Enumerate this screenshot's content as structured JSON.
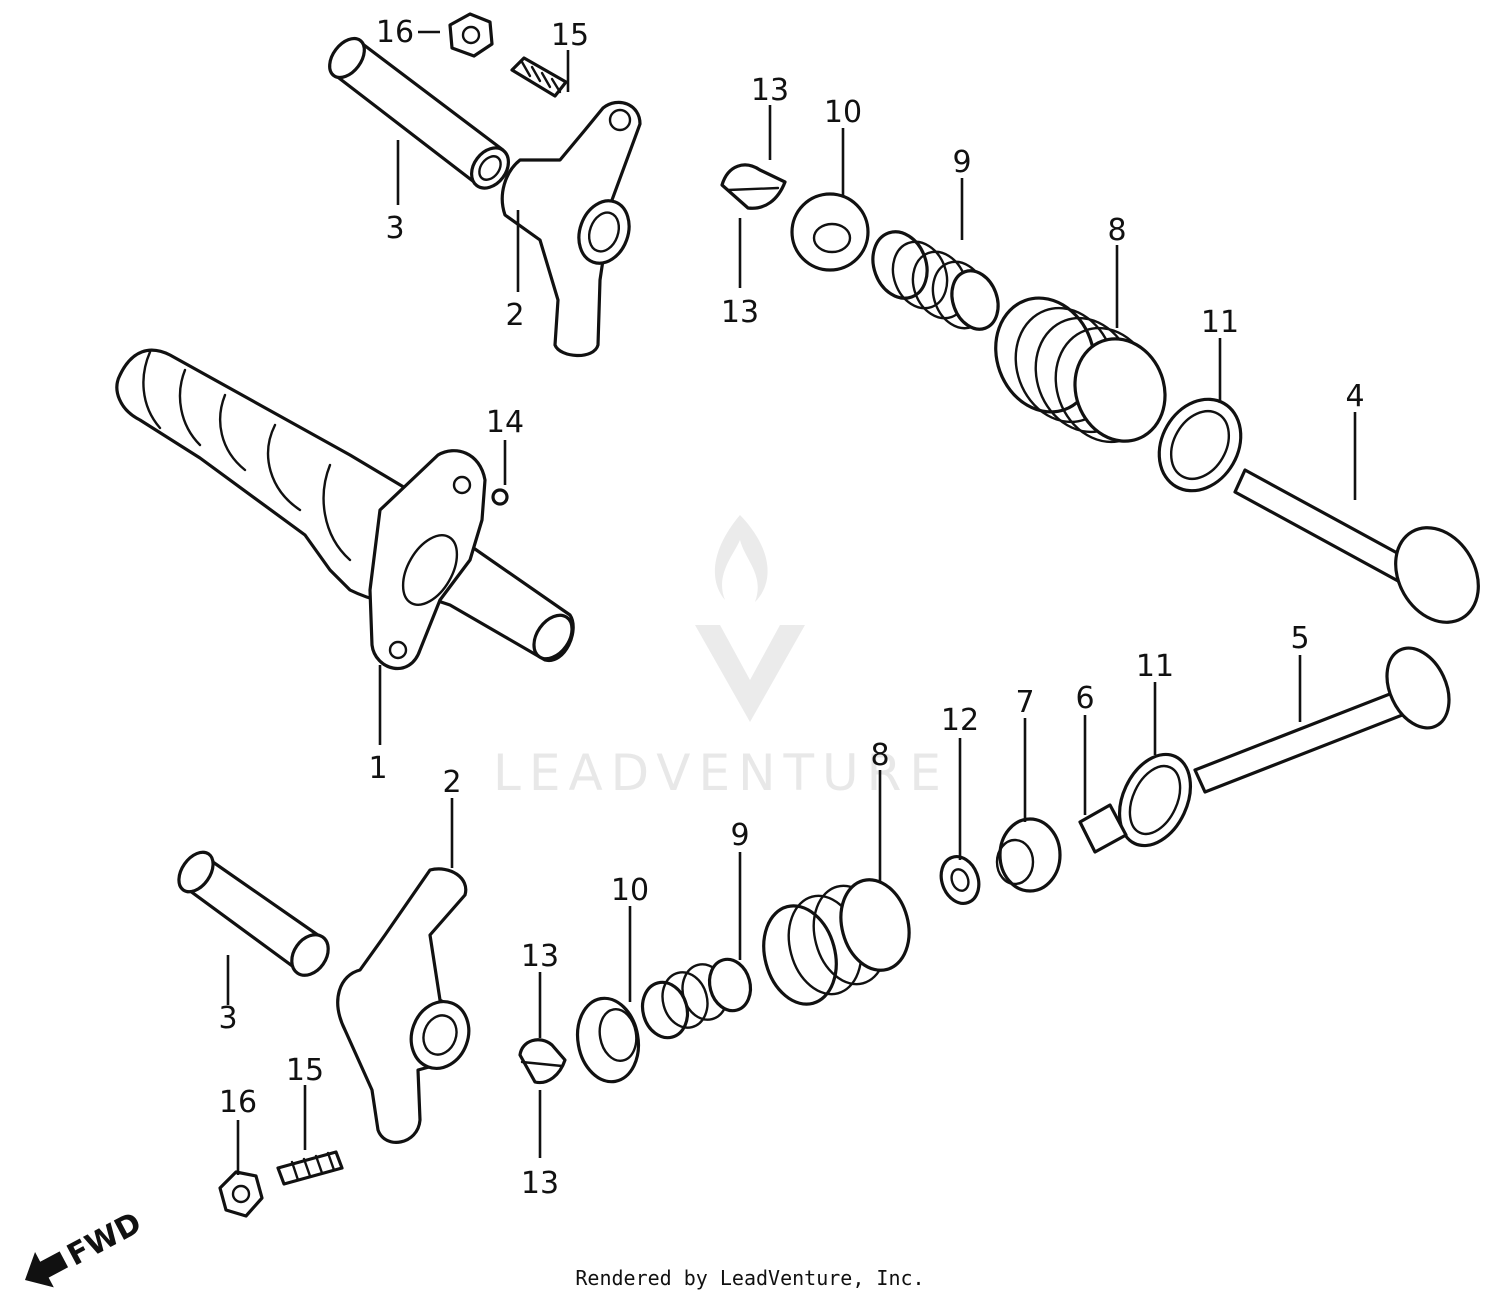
{
  "watermark": {
    "text": "LEADVENTURE"
  },
  "direction_label": "FWD",
  "footer": "Rendered by LeadVenture, Inc.",
  "callouts": [
    {
      "id": "c16a",
      "label": "16"
    },
    {
      "id": "c15a",
      "label": "15"
    },
    {
      "id": "c3a",
      "label": "3"
    },
    {
      "id": "c2a",
      "label": "2"
    },
    {
      "id": "c13a",
      "label": "13"
    },
    {
      "id": "c13b",
      "label": "13"
    },
    {
      "id": "c10a",
      "label": "10"
    },
    {
      "id": "c9a",
      "label": "9"
    },
    {
      "id": "c8a",
      "label": "8"
    },
    {
      "id": "c11a",
      "label": "11"
    },
    {
      "id": "c4",
      "label": "4"
    },
    {
      "id": "c14",
      "label": "14"
    },
    {
      "id": "c1",
      "label": "1"
    },
    {
      "id": "c5",
      "label": "5"
    },
    {
      "id": "c11b",
      "label": "11"
    },
    {
      "id": "c6",
      "label": "6"
    },
    {
      "id": "c7",
      "label": "7"
    },
    {
      "id": "c12",
      "label": "12"
    },
    {
      "id": "c8b",
      "label": "8"
    },
    {
      "id": "c2b",
      "label": "2"
    },
    {
      "id": "c9b",
      "label": "9"
    },
    {
      "id": "c10b",
      "label": "10"
    },
    {
      "id": "c13c",
      "label": "13"
    },
    {
      "id": "c3b",
      "label": "3"
    },
    {
      "id": "c15b",
      "label": "15"
    },
    {
      "id": "c16b",
      "label": "16"
    },
    {
      "id": "c13d",
      "label": "13"
    }
  ]
}
